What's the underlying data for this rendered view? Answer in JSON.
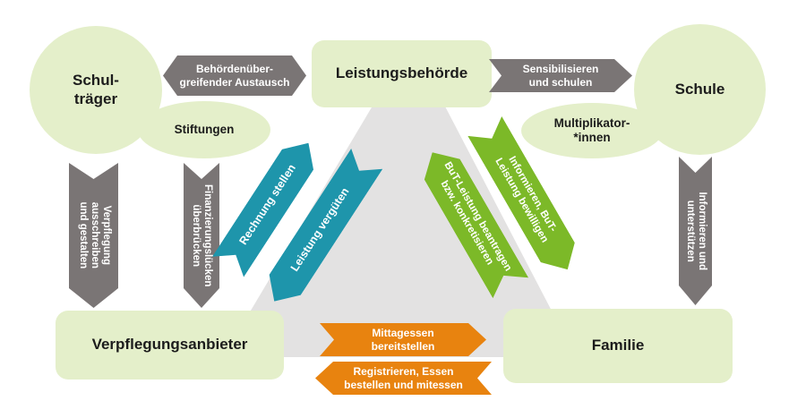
{
  "colors": {
    "light_green": "#e4efca",
    "gray": "#7a7575",
    "light_gray": "#e3e2e2",
    "teal": "#1e95ab",
    "green": "#7cb928",
    "orange": "#e8830f",
    "node_text": "#1c1c1c",
    "arrow_text": "#ffffff"
  },
  "nodes": {
    "schultraeger": "Schul-\nträger",
    "leistungsbehoerde": "Leistungsbehörde",
    "schule": "Schule",
    "stiftungen": "Stiftungen",
    "multiplikatorinnen": "Multiplikator-\n*innen",
    "verpflegungsanbieter": "Verpflegungsanbieter",
    "familie": "Familie"
  },
  "arrows": {
    "behoerdenaustausch": "Behördenüber-\ngreifender Austausch",
    "sensibilisieren": "Sensibilisieren\nund schulen",
    "verpflegung_ausschreiben": "Verpflegung\nausschreiben\nund gestalten",
    "finanzierungsluecken": "Finanzierungslücken\nüberbrücken",
    "informieren_unterstuetzen": "Informieren und\nunterstützen",
    "rechnung_stellen": "Rechnung stellen",
    "leistung_verguten": "Leistung vergüten",
    "but_bewilligen": "Informieren, BuT-\nLeistung bewilligen",
    "but_beantragen": "BuT-Leistung beantragen\nbzw. konkretisieren",
    "mittagessen": "Mittagessen\nbereitstellen",
    "registrieren": "Registrieren, Essen\nbestellen und mitessen"
  }
}
